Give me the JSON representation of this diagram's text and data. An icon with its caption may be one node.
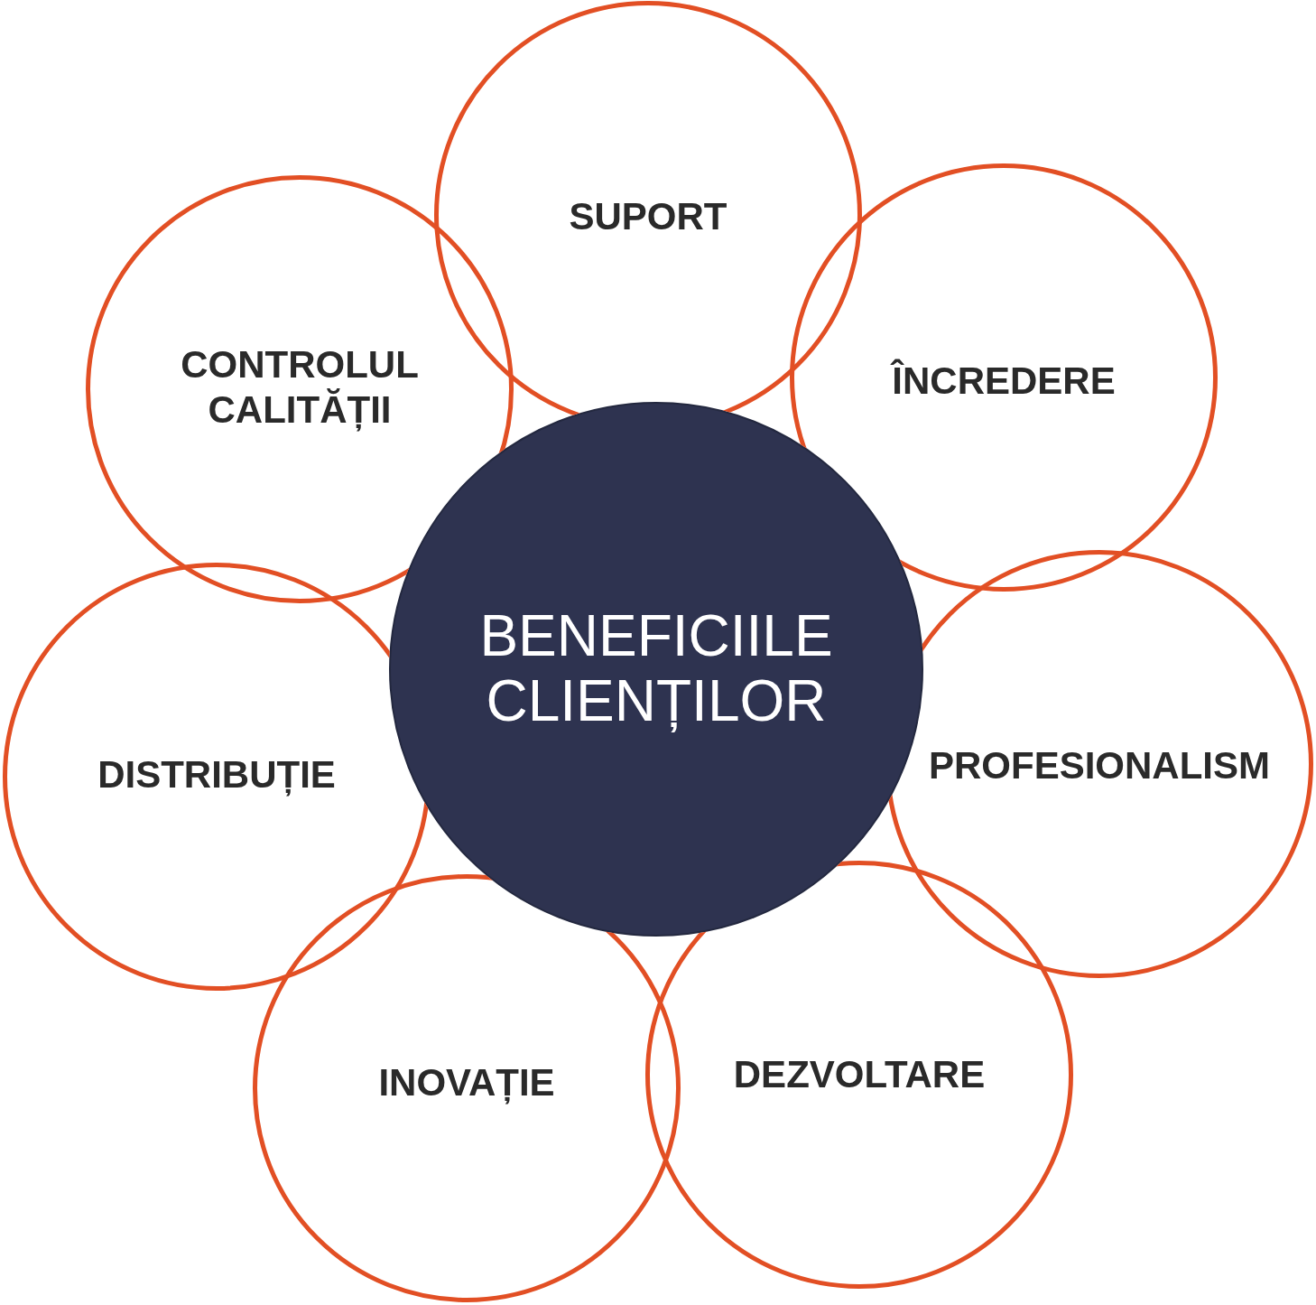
{
  "diagram": {
    "nodes": [
      {
        "text": [
          "BENEFICIILE CLIENȚILOR"
        ]
      },
      {
        "text": [
          "SUPORT"
        ]
      },
      {
        "text": [
          "ÎNCREDERE"
        ]
      },
      {
        "text": [
          "PROFESIONALISM"
        ]
      },
      {
        "text": [
          "DEZVOLTARE"
        ]
      },
      {
        "text": [
          "INOVAȚIE"
        ]
      },
      {
        "text": [
          "DISTRIBUȚIE"
        ]
      },
      {
        "text": [
          "CONTROLUL CALITĂȚII"
        ]
      }
    ]
  }
}
